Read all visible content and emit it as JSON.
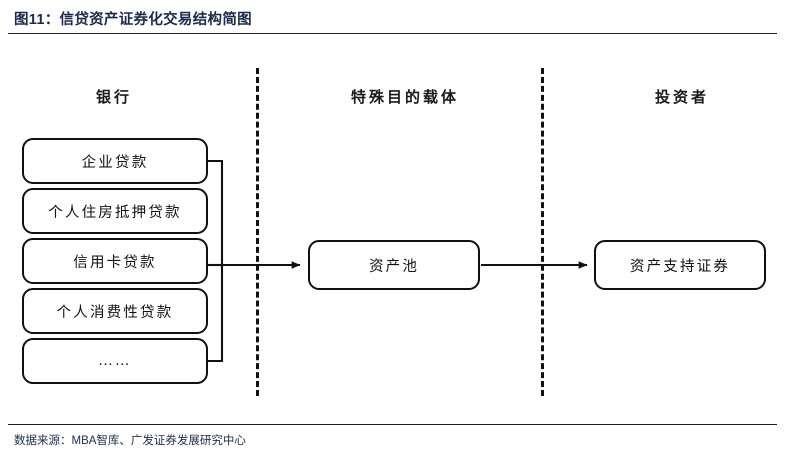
{
  "figure": {
    "title": "图11：信贷资产证券化交易结构简图",
    "source_note": "数据来源：MBA智库、广发证券发展研究中心"
  },
  "colors": {
    "title_text": "#1b2a4a",
    "rule": "#14213d",
    "box_border": "#111111",
    "box_fill": "#ffffff",
    "divider": "#111111",
    "arrow": "#111111",
    "body_text": "#111111",
    "background": "#ffffff"
  },
  "columns": [
    {
      "id": "bank",
      "label": "银行"
    },
    {
      "id": "spv",
      "label": "特殊目的载体"
    },
    {
      "id": "investor",
      "label": "投资者"
    }
  ],
  "assets": [
    {
      "label": "企业贷款"
    },
    {
      "label": "个人住房抵押贷款"
    },
    {
      "label": "信用卡贷款"
    },
    {
      "label": "个人消费性贷款"
    },
    {
      "label": "……"
    }
  ],
  "nodes": {
    "pool": {
      "label": "资产池"
    },
    "abs": {
      "label": "资产支持证券"
    }
  },
  "flow": {
    "bracket_from": "assets",
    "arrow_1": {
      "from": "assets-bracket",
      "to": "pool"
    },
    "arrow_2": {
      "from": "pool",
      "to": "abs"
    }
  }
}
